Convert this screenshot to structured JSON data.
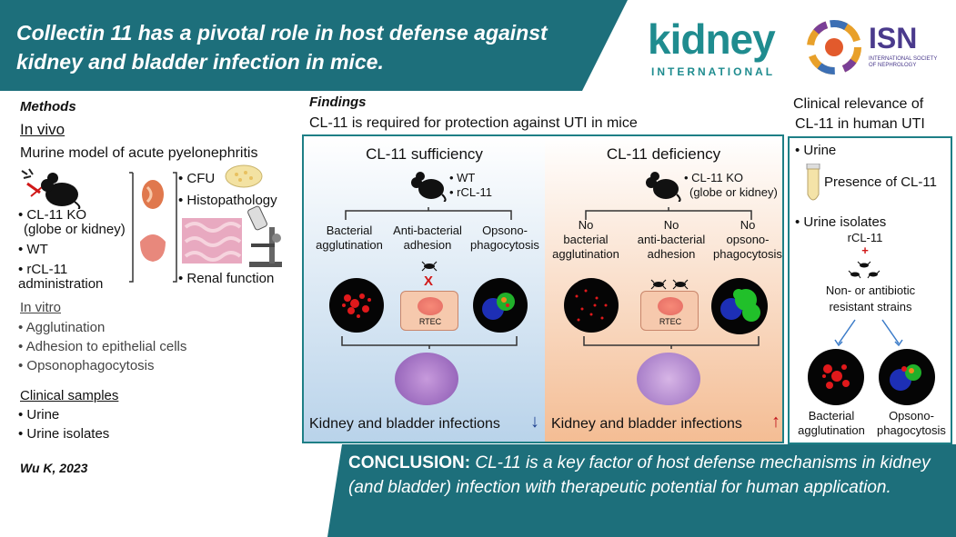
{
  "header": {
    "title": "Collectin 11 has a pivotal role in host defense against kidney and bladder infection in mice."
  },
  "logos": {
    "kidney_international": {
      "word": "kidney",
      "sub": "INTERNATIONAL"
    },
    "isn": {
      "word": "ISN",
      "sub": "INTERNATIONAL SOCIETY OF NEPHROLOGY"
    }
  },
  "methods": {
    "title": "Methods",
    "in_vivo": {
      "heading": "In vivo",
      "model": "Murine model of acute pyelonephritis",
      "groups": [
        "• CL-11 KO",
        "(globe or kidney)",
        "• WT",
        "• rCL-11",
        "administration"
      ],
      "readouts": [
        "• CFU",
        "• Histopathology",
        "• Renal function"
      ]
    },
    "in_vitro": {
      "heading": "In vitro",
      "items": [
        "• Agglutination",
        "• Adhesion to epithelial cells",
        "• Opsonophagocytosis"
      ]
    },
    "clinical": {
      "heading": "Clinical samples",
      "items": [
        "• Urine",
        "• Urine isolates"
      ]
    }
  },
  "findings": {
    "title": "Findings",
    "subtitle": "CL-11 is required for protection against UTI in mice",
    "sufficiency": {
      "heading": "CL-11 sufficiency",
      "mouse_labels": [
        "• WT",
        "• rCL-11"
      ],
      "effects": [
        "Bacterial\nagglutination",
        "Anti-bacterial\nadhesion",
        "Opsono-\nphagocytosis"
      ],
      "rtec_label": "RTEC",
      "block_mark": "X",
      "outcome": "Kidney and bladder infections",
      "arrow": "↓"
    },
    "deficiency": {
      "heading": "CL-11 deficiency",
      "mouse_labels": [
        "• CL-11 KO",
        "(globe or kidney)"
      ],
      "effects": [
        "No\nbacterial\nagglutination",
        "No\nanti-bacterial\nadhesion",
        "No\nopsono-\nphagocytosis"
      ],
      "rtec_label": "RTEC",
      "outcome": "Kidney and bladder infections",
      "arrow": "↑"
    }
  },
  "clinical_relevance": {
    "title_l1": "Clinical relevance of",
    "title_l2": "CL-11 in human UTI",
    "urine": "• Urine",
    "presence": "Presence of CL-11",
    "isolates": "• Urine isolates",
    "rcl11": "rCL-11",
    "plus": "+",
    "strains_l1": "Non- or antibiotic",
    "strains_l2": "resistant strains",
    "agglutination": "Bacterial\nagglutination",
    "phagocytosis": "Opsono-\nphagocytosis"
  },
  "footer": {
    "citation": "Wu K, 2023",
    "conclusion_lead": "CONCLUSION:",
    "conclusion_text": "CL-11 is a key factor of host defense mechanisms in kidney (and bladder) infection with therapeutic potential for human application."
  },
  "colors": {
    "teal": "#1e6f7a",
    "teal_light": "#1f8c8f",
    "blue_down": "#1c3f8f",
    "red_up": "#c0121a",
    "block_red": "#d01818"
  }
}
